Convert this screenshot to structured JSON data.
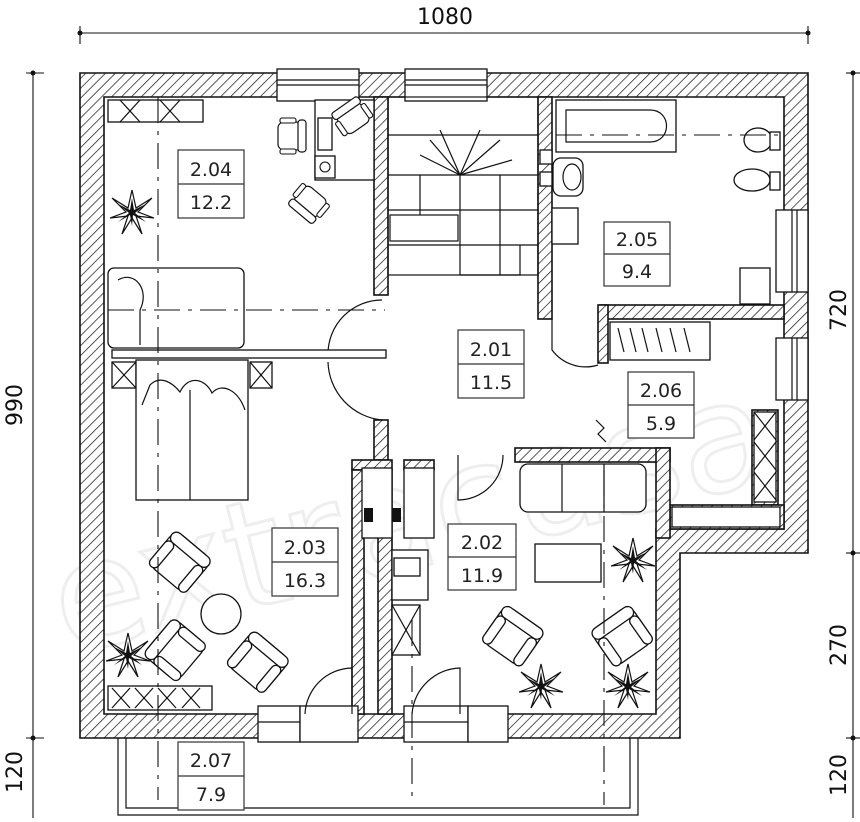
{
  "dimensions": {
    "top_width": "1080",
    "left_height": "990",
    "left_bottom": "120",
    "right_upper": "720",
    "right_middle": "270",
    "right_bottom": "120"
  },
  "watermark": "extracasa",
  "rooms": [
    {
      "id": "2.01",
      "area": "11.5"
    },
    {
      "id": "2.02",
      "area": "11.9"
    },
    {
      "id": "2.03",
      "area": "16.3"
    },
    {
      "id": "2.04",
      "area": "12.2"
    },
    {
      "id": "2.05",
      "area": "9.4"
    },
    {
      "id": "2.06",
      "area": "5.9"
    },
    {
      "id": "2.07",
      "area": "7.9"
    }
  ]
}
